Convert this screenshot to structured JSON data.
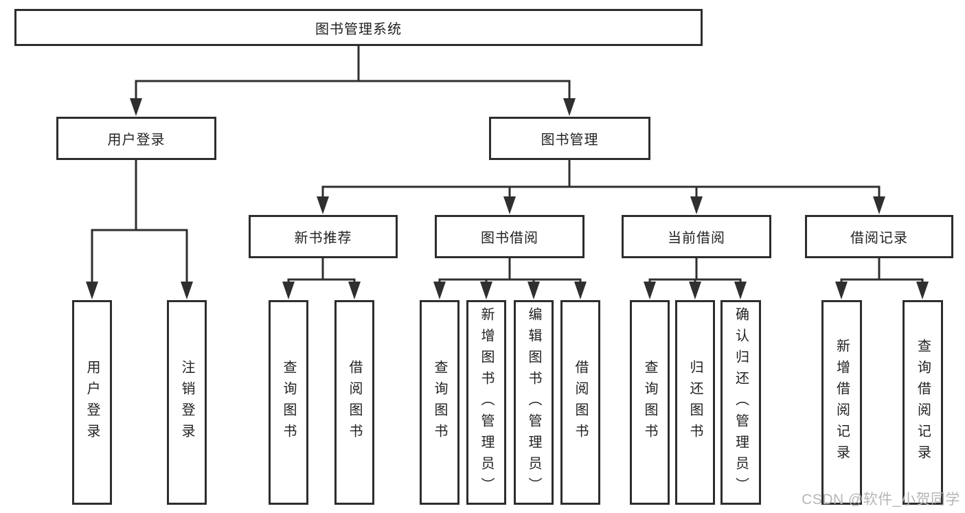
{
  "tree": {
    "root": "图书管理系统",
    "branches": [
      {
        "label": "用户登录",
        "children": [
          "用户登录",
          "注销登录"
        ]
      },
      {
        "label": "图书管理",
        "children": [
          {
            "label": "新书推荐",
            "children": [
              "查询图书",
              "借阅图书"
            ]
          },
          {
            "label": "图书借阅",
            "children": [
              "查询图书",
              "新增图书（管理员）",
              "编辑图书（管理员）",
              "借阅图书"
            ]
          },
          {
            "label": "当前借阅",
            "children": [
              "查询图书",
              "归还图书",
              "确认归还（管理员）"
            ]
          },
          {
            "label": "借阅记录",
            "children": [
              "新增借阅记录",
              "查询借阅记录"
            ]
          }
        ]
      }
    ]
  },
  "watermark": "CSDN @软件_小贺同学",
  "colors": {
    "line": "#2f2f2f",
    "box_border": "#2d2d2d",
    "text": "#222222",
    "watermark": "#b5b5b5",
    "background": "#ffffff"
  }
}
